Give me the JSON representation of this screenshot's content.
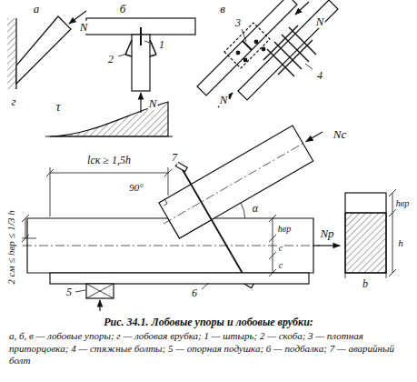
{
  "diagram": {
    "title": "Рис. 34.1. Лобовые упоры и лобовые врубки:",
    "caption": "а, б, в — лобовые упоры; г — лобовая врубка; 1 — штырь; 2 — скоба; 3 — плотная приторцовка; 4 — стяжные болты; 5 — опорная подушка; 6 — подбалка; 7 — аварийный болт",
    "labels": [
      "а",
      "N",
      "б",
      "1",
      "2",
      "N",
      "в",
      "3",
      "N",
      "N",
      "4",
      "г",
      "τ",
      "lск ≥ 1,5h",
      "90°",
      "7",
      "Nc",
      "α",
      "2 см ≤ hвр ≤ 1/3 h",
      "hвр",
      "c",
      "c",
      "Np",
      "hвр",
      "h",
      "b",
      "5",
      "6"
    ]
  }
}
